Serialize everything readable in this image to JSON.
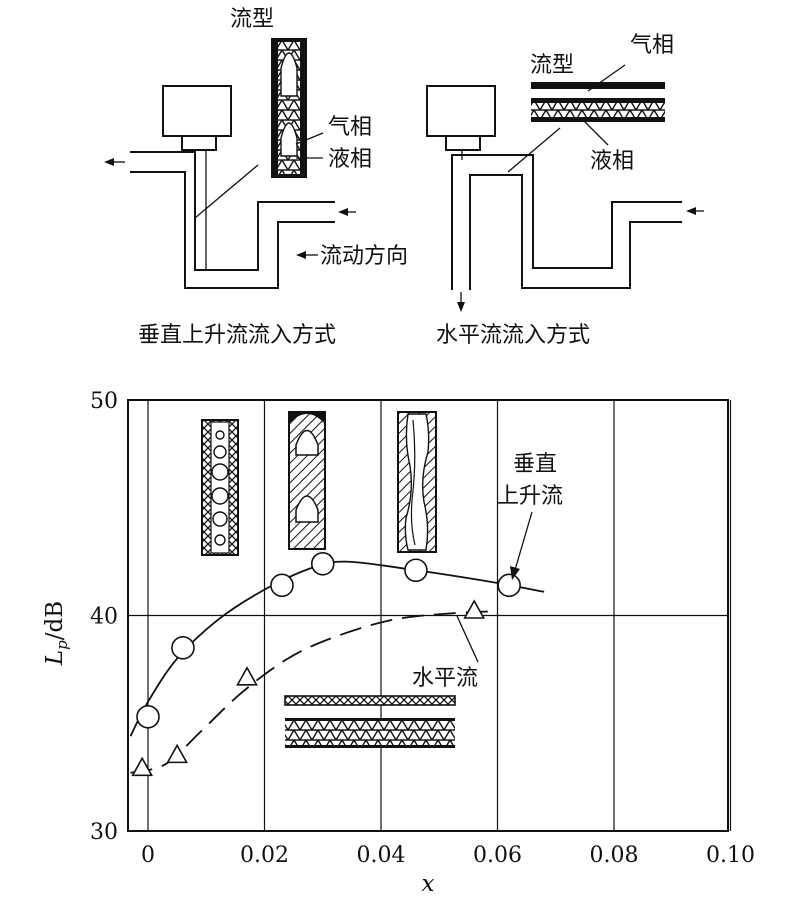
{
  "labels": {
    "flow_pattern_left": "流型",
    "gas_phase_left": "气相",
    "liquid_phase_left": "液相",
    "flow_direction": "流动方向",
    "vertical_caption": "垂直上升流流入方式",
    "flow_pattern_right": "流型",
    "gas_phase_right": "气相",
    "liquid_phase_right": "液相",
    "horizontal_caption": "水平流流入方式",
    "vertical_curve_line1": "垂直",
    "vertical_curve_line2": "上升流",
    "horizontal_curve": "水平流"
  },
  "chart_data": {
    "type": "line",
    "xlabel": "x",
    "ylabel": "Lp/dB",
    "xlim": [
      0,
      0.1
    ],
    "ylim": [
      30,
      50
    ],
    "x_ticks": [
      "0",
      "0.02",
      "0.04",
      "0.06",
      "0.08",
      "0.10"
    ],
    "y_ticks": [
      "30",
      "40",
      "50"
    ],
    "grid": true,
    "series": [
      {
        "name": "垂直上升流",
        "marker": "circle",
        "line": "solid",
        "points": [
          [
            0.0,
            35.3
          ],
          [
            0.006,
            38.5
          ],
          [
            0.023,
            41.4
          ],
          [
            0.03,
            42.4
          ],
          [
            0.046,
            42.1
          ],
          [
            0.062,
            41.4
          ]
        ],
        "curve": [
          [
            -0.003,
            34.4
          ],
          [
            0.0,
            36.0
          ],
          [
            0.005,
            38.0
          ],
          [
            0.012,
            39.8
          ],
          [
            0.02,
            41.2
          ],
          [
            0.028,
            42.2
          ],
          [
            0.034,
            42.5
          ],
          [
            0.046,
            42.1
          ],
          [
            0.058,
            41.6
          ],
          [
            0.068,
            41.1
          ]
        ]
      },
      {
        "name": "水平流",
        "marker": "triangle",
        "line": "dashed",
        "points": [
          [
            -0.001,
            32.9
          ],
          [
            0.005,
            33.5
          ],
          [
            0.017,
            37.1
          ],
          [
            0.056,
            40.2
          ]
        ],
        "curve": [
          [
            -0.003,
            32.7
          ],
          [
            0.003,
            33.1
          ],
          [
            0.009,
            34.6
          ],
          [
            0.016,
            36.4
          ],
          [
            0.024,
            38.0
          ],
          [
            0.032,
            39.0
          ],
          [
            0.042,
            39.8
          ],
          [
            0.052,
            40.1
          ],
          [
            0.06,
            40.2
          ]
        ]
      }
    ]
  }
}
